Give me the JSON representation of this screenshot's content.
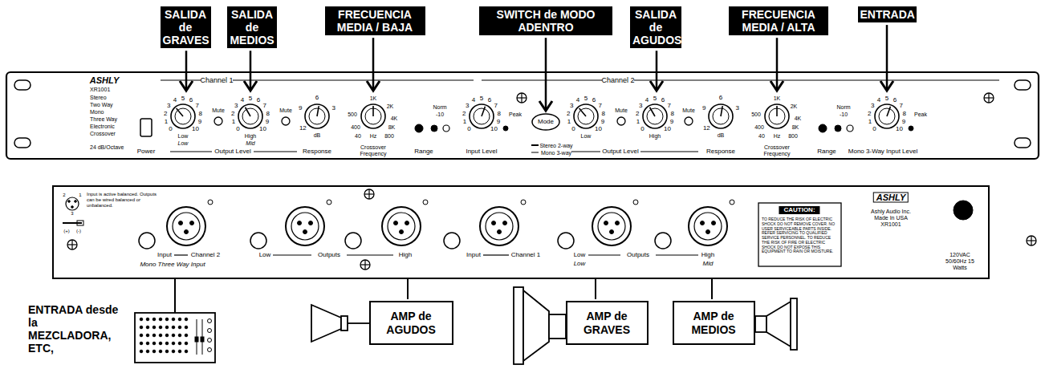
{
  "diagram": {
    "nodes": [
      {
        "text": [
          "SALIDA de GRAVES"
        ]
      },
      {
        "text": [
          "SALIDA de MEDIOS"
        ]
      },
      {
        "text": [
          "FRECUENCIA MEDIA / BAJA"
        ]
      },
      {
        "text": [
          "SWITCH de MODO ADENTRO"
        ]
      },
      {
        "text": [
          "SALIDA de AGUDOS"
        ]
      },
      {
        "text": [
          "FRECUENCIA MEDIA / ALTA"
        ]
      },
      {
        "text": [
          "ENTRADA"
        ]
      },
      {
        "text": [
          "AMP de AGUDOS"
        ]
      },
      {
        "text": [
          "AMP de GRAVES"
        ]
      },
      {
        "text": [
          "AMP de MEDIOS"
        ]
      }
    ],
    "labels": [
      "ASHLY",
      "XR1001",
      "Stereo",
      "Two Way",
      "Mono",
      "Three Way",
      "Electronic",
      "Crossover",
      "24 dB/Octave",
      "Power",
      "Channel 1",
      "0",
      "1",
      "2",
      "3",
      "4",
      "5",
      "6",
      "7",
      "8",
      "9",
      "10",
      "Low",
      "Low",
      "Mute",
      "0",
      "1",
      "2",
      "3",
      "4",
      "5",
      "6",
      "7",
      "8",
      "9",
      "10",
      "High",
      "Mid",
      "Mute",
      "Output Level",
      "12",
      "9",
      "6",
      "3",
      "dB",
      "Response",
      "1K",
      "2K",
      "4K",
      "8K",
      "800",
      "Hz",
      "40",
      "400",
      "500",
      "Crossover Frequency",
      "Norm",
      "-10",
      "Range",
      "0",
      "1",
      "2",
      "3",
      "4",
      "5",
      "6",
      "7",
      "8",
      "9",
      "10",
      "Peak",
      "Input Level",
      "Mode",
      "Stereo 2-way",
      "Mono 3-way",
      "Channel 2",
      "0",
      "1",
      "2",
      "3",
      "4",
      "5",
      "6",
      "7",
      "8",
      "9",
      "10",
      "Low",
      "Mute",
      "0",
      "1",
      "2",
      "3",
      "4",
      "5",
      "6",
      "7",
      "8",
      "9",
      "10",
      "High",
      "Mute",
      "Output Level",
      "12",
      "9",
      "6",
      "3",
      "dB",
      "Response",
      "1K",
      "2K",
      "4K",
      "8K",
      "800",
      "Hz",
      "40",
      "400",
      "500",
      "Crossover Frequency",
      "Norm",
      "-10",
      "Range",
      "0",
      "1",
      "2",
      "3",
      "4",
      "5",
      "6",
      "7",
      "8",
      "9",
      "10",
      "Peak",
      "Mono 3-Way Input Level",
      "2",
      "1",
      "3",
      "(+)",
      "(-)",
      "Input is active balanced. Outputs can be wired balanced or unbalanced.",
      "Input",
      "Channel 2",
      "Low",
      "Outputs",
      "High",
      "Input",
      "Channel 1",
      "Low",
      "Outputs",
      "High",
      "Mono Three Way Input",
      "Low",
      "Mid",
      "CAUTION:",
      "TO REDUCE THE RISK OF ELECTRIC SHOCK DO NOT REMOVE COVER. NO USER SERVICEABLE PARTS INSIDE. REFER SERVICING TO QUALIFIED SERVICE PERSONNEL. TO REDUCE THE RISK OF FIRE OR ELECTRIC SHOCK DO NOT EXPOSE THIS EQUIPMENT TO RAIN OR MOISTURE.",
      "ASHLY",
      "Ashly Audio Inc. Made In USA XR1001",
      "120VAC 50/60Hz 15 Watts",
      "ENTRADA desde la MEZCLADORA, ETC,"
    ]
  }
}
